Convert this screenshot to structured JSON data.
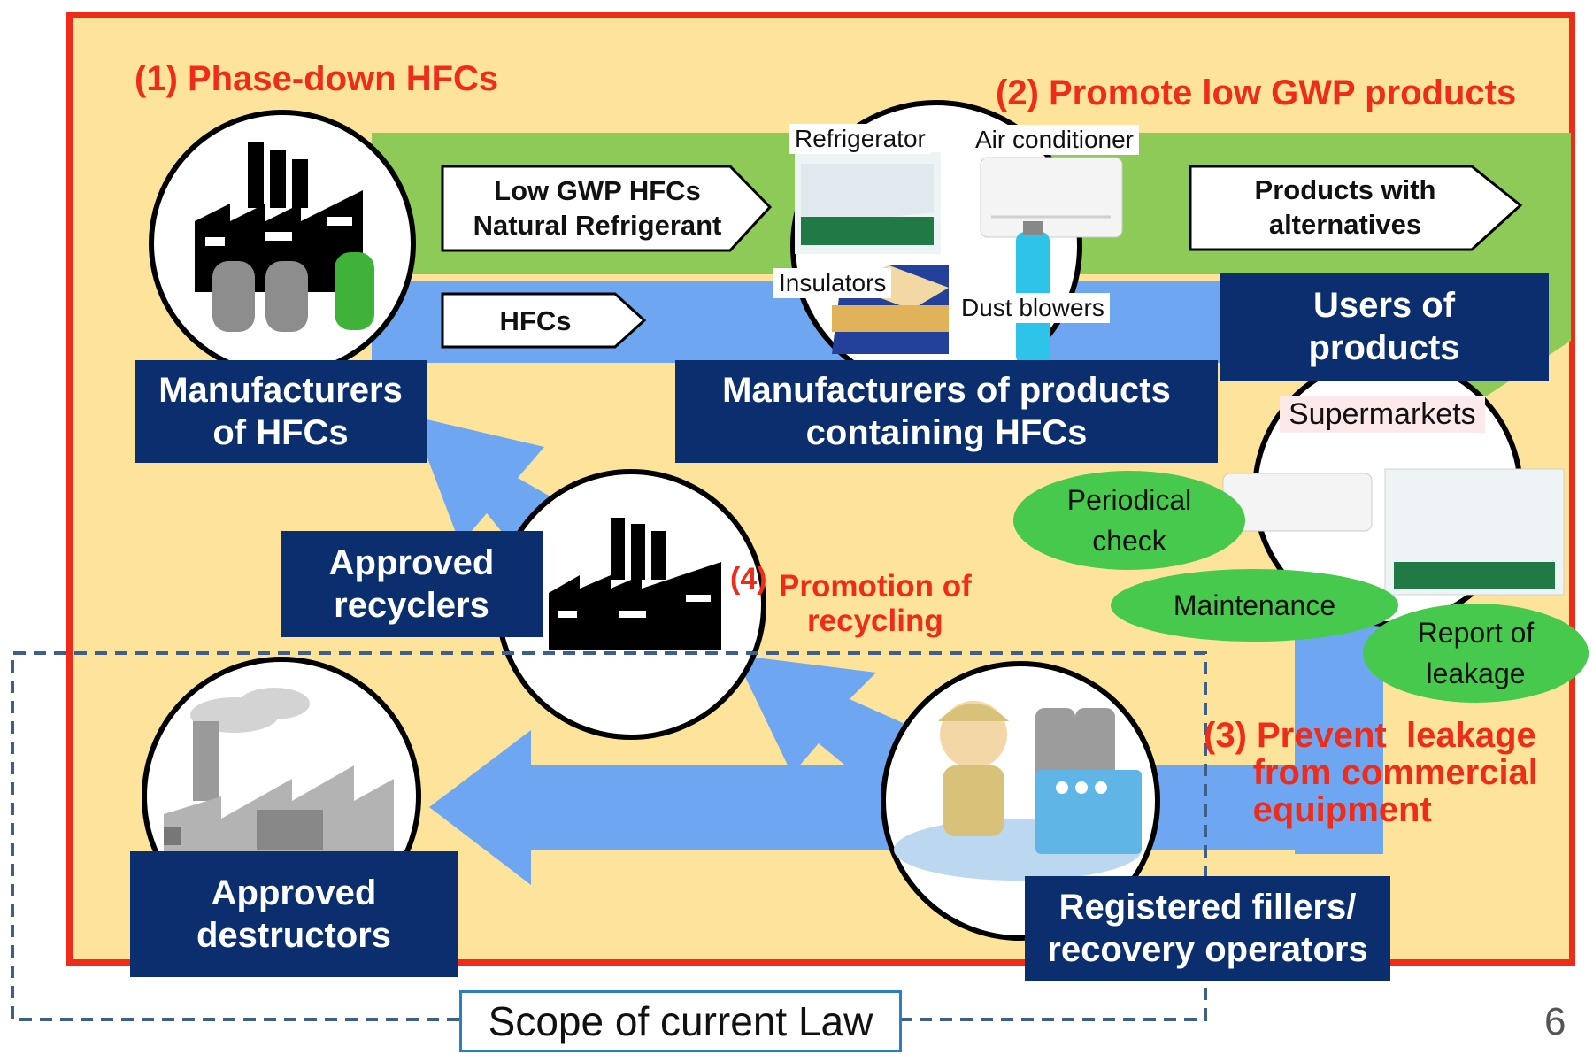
{
  "goals": {
    "g1": "(1) Phase-down HFCs",
    "g2": "(2) Promote low GWP products",
    "g3": "(3) Prevent  leakage\n     from commercial\n     equipment",
    "g4_num": "(4)",
    "g4_text": "Promotion of\nrecycling"
  },
  "actors": {
    "manufacturers_hfcs": "Manufacturers\nof HFCs",
    "manufacturers_products": "Manufacturers of  products\ncontaining HFCs",
    "users": "Users of\nproducts",
    "recyclers": "Approved\nrecyclers",
    "destructors": "Approved\ndestructors",
    "fillers": "Registered fillers/\nrecovery operators"
  },
  "flows": {
    "low_gwp": "Low GWP HFCs\nNatural Refrigerant",
    "hfcs": "HFCs",
    "products_alt": "Products with\nalternatives"
  },
  "products": {
    "refrigerator": "Refrigerator",
    "air_conditioner": "Air conditioner",
    "insulators": "Insulators",
    "dust_blowers": "Dust blowers",
    "supermarkets": "Supermarkets"
  },
  "actions": {
    "periodical": "Periodical\ncheck",
    "maintenance": "Maintenance",
    "report": "Report of\nleakage"
  },
  "scope_label": "Scope of current Law",
  "page_number": "6",
  "colors": {
    "frame_border": "#ef2b1a",
    "frame_fill": "#fde49a",
    "green_band": "#8dca57",
    "blue_arrow": "#6fa6f2",
    "navy_box": "#0b2f6e",
    "bubble_green": "#47c94d",
    "scope_dash": "#3d5f8a"
  },
  "icons": [
    "factory-icon",
    "gas-cylinder-icon",
    "refrigerator-icon",
    "air-conditioner-icon",
    "insulator-icon",
    "spray-can-icon",
    "worker-icon",
    "destruction-plant-icon"
  ]
}
